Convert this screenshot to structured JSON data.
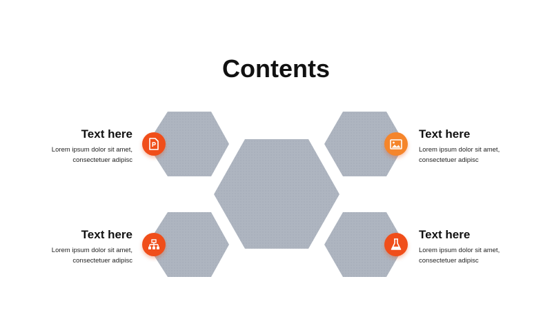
{
  "slide": {
    "title": "Contents",
    "colors": {
      "hexagon": "#AEB5C0",
      "accent_red": "#F04E1A",
      "accent_orange": "#F5852B",
      "text": "#111111"
    },
    "items": [
      {
        "heading": "Text here",
        "line1": "Lorem ipsum dolor sit amet,",
        "line2": "consectetuer adipisc",
        "icon": "document-icon"
      },
      {
        "heading": "Text here",
        "line1": "Lorem ipsum dolor sit amet,",
        "line2": "consectetuer adipisc",
        "icon": "image-icon"
      },
      {
        "heading": "Text here",
        "line1": "Lorem ipsum dolor sit amet,",
        "line2": "consectetuer adipisc",
        "icon": "hierarchy-icon"
      },
      {
        "heading": "Text here",
        "line1": "Lorem ipsum dolor sit amet,",
        "line2": "consectetuer adipisc",
        "icon": "flask-icon"
      }
    ]
  }
}
